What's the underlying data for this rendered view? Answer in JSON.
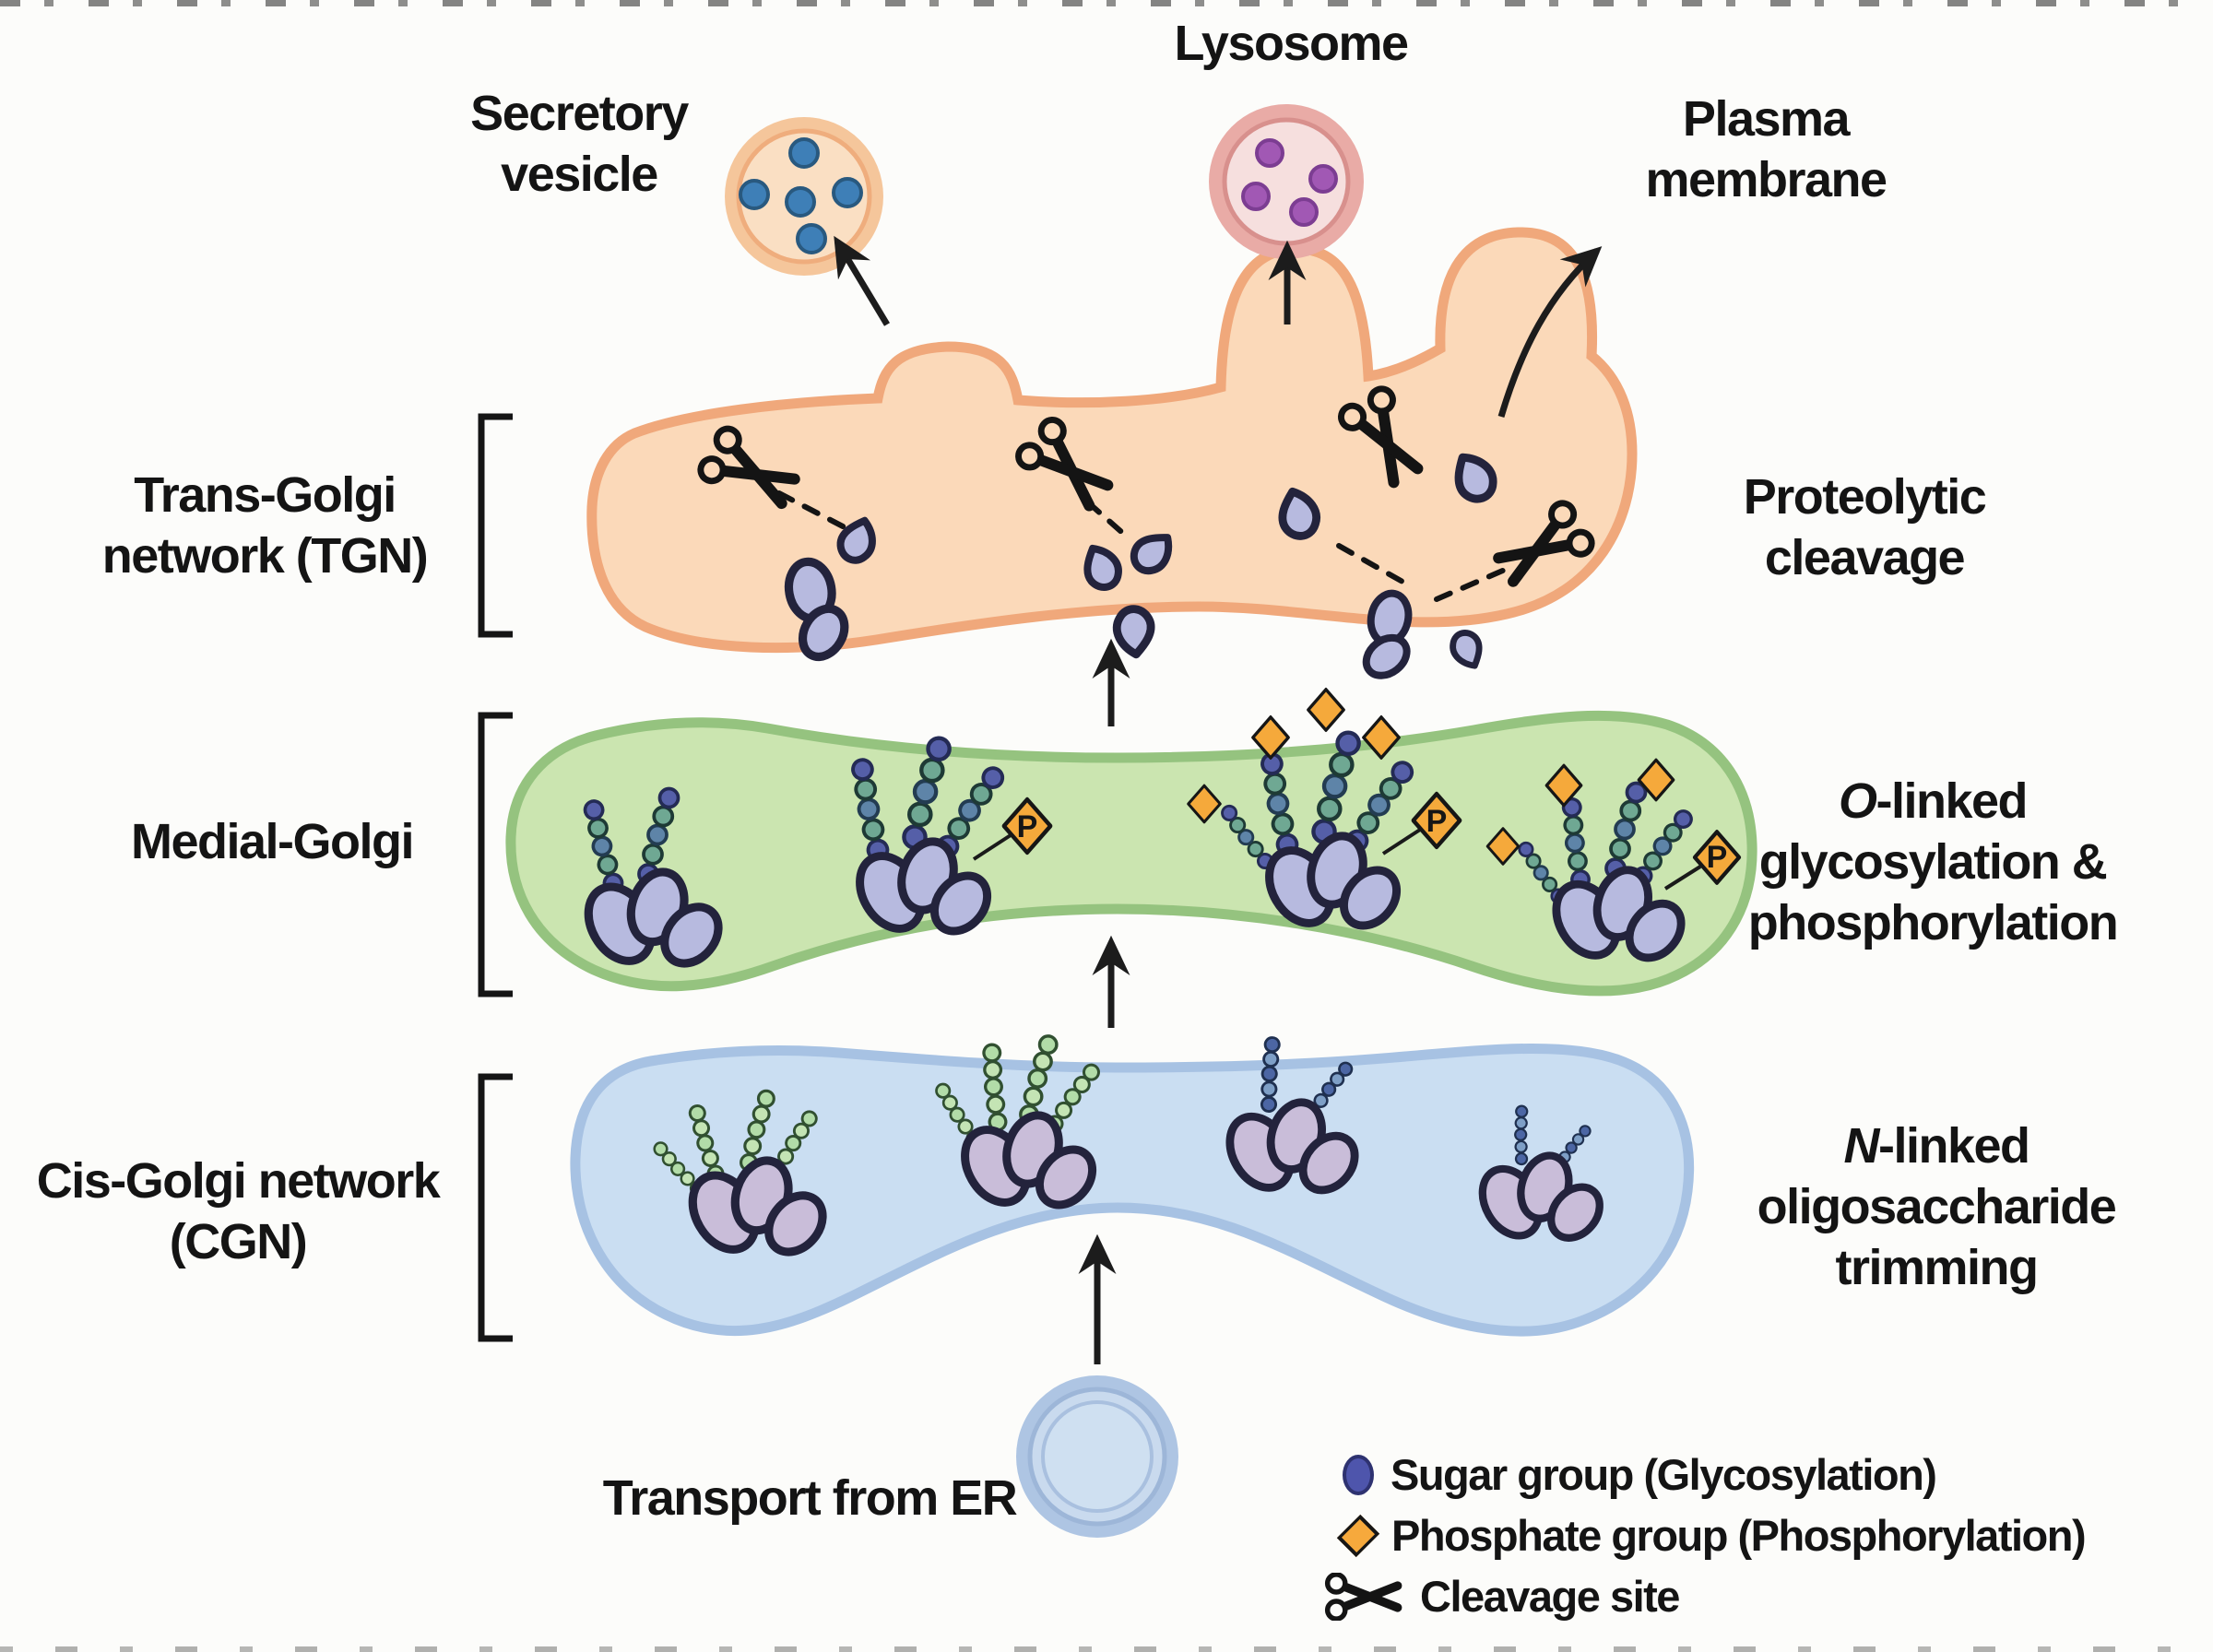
{
  "figure": {
    "organelles": {
      "lysosome_label": "Lysosome",
      "secretory_vesicle_label": [
        "Secretory",
        "vesicle"
      ],
      "plasma_membrane_label": [
        "Plasma",
        "membrane"
      ],
      "transport_label": "Transport from ER"
    },
    "stages": {
      "tgn": {
        "name_lines": [
          "Trans-Golgi",
          "network (TGN)"
        ],
        "process_lines": [
          "Proteolytic",
          "cleavage"
        ]
      },
      "medial": {
        "name_lines": [
          "Medial-Golgi"
        ],
        "process_prefix": "O",
        "process_rest": "-linked",
        "process_lines": [
          "glycosylation &",
          "phosphorylation"
        ]
      },
      "cgn": {
        "name_lines": [
          "Cis-Golgi network",
          "(CGN)"
        ],
        "process_prefix": "N",
        "process_rest": "-linked",
        "process_lines": [
          "oligosaccharide",
          "trimming"
        ]
      }
    },
    "phosphate_letter": "P",
    "legend": {
      "items": [
        {
          "icon": "sugar-dot",
          "label": "Sugar group (Glycosylation)"
        },
        {
          "icon": "phosphate-diamond",
          "label": "Phosphate group (Phosphorylation)"
        },
        {
          "icon": "scissors",
          "label": "Cleavage site"
        }
      ]
    },
    "colors": {
      "tgn_fill": "#FBD9B9",
      "tgn_stroke": "#F0A87B",
      "medial_fill": "#CBE5B0",
      "medial_stroke": "#95C37F",
      "cis_fill": "#CADEF2",
      "cis_stroke": "#A7C2E3",
      "sugar_dot": "#4E55AC",
      "phosphate": "#F6A93C",
      "lysosome_dot": "#A158B4",
      "secretory_dot": "#3E7FB7",
      "protein": "#B7BADF"
    }
  }
}
